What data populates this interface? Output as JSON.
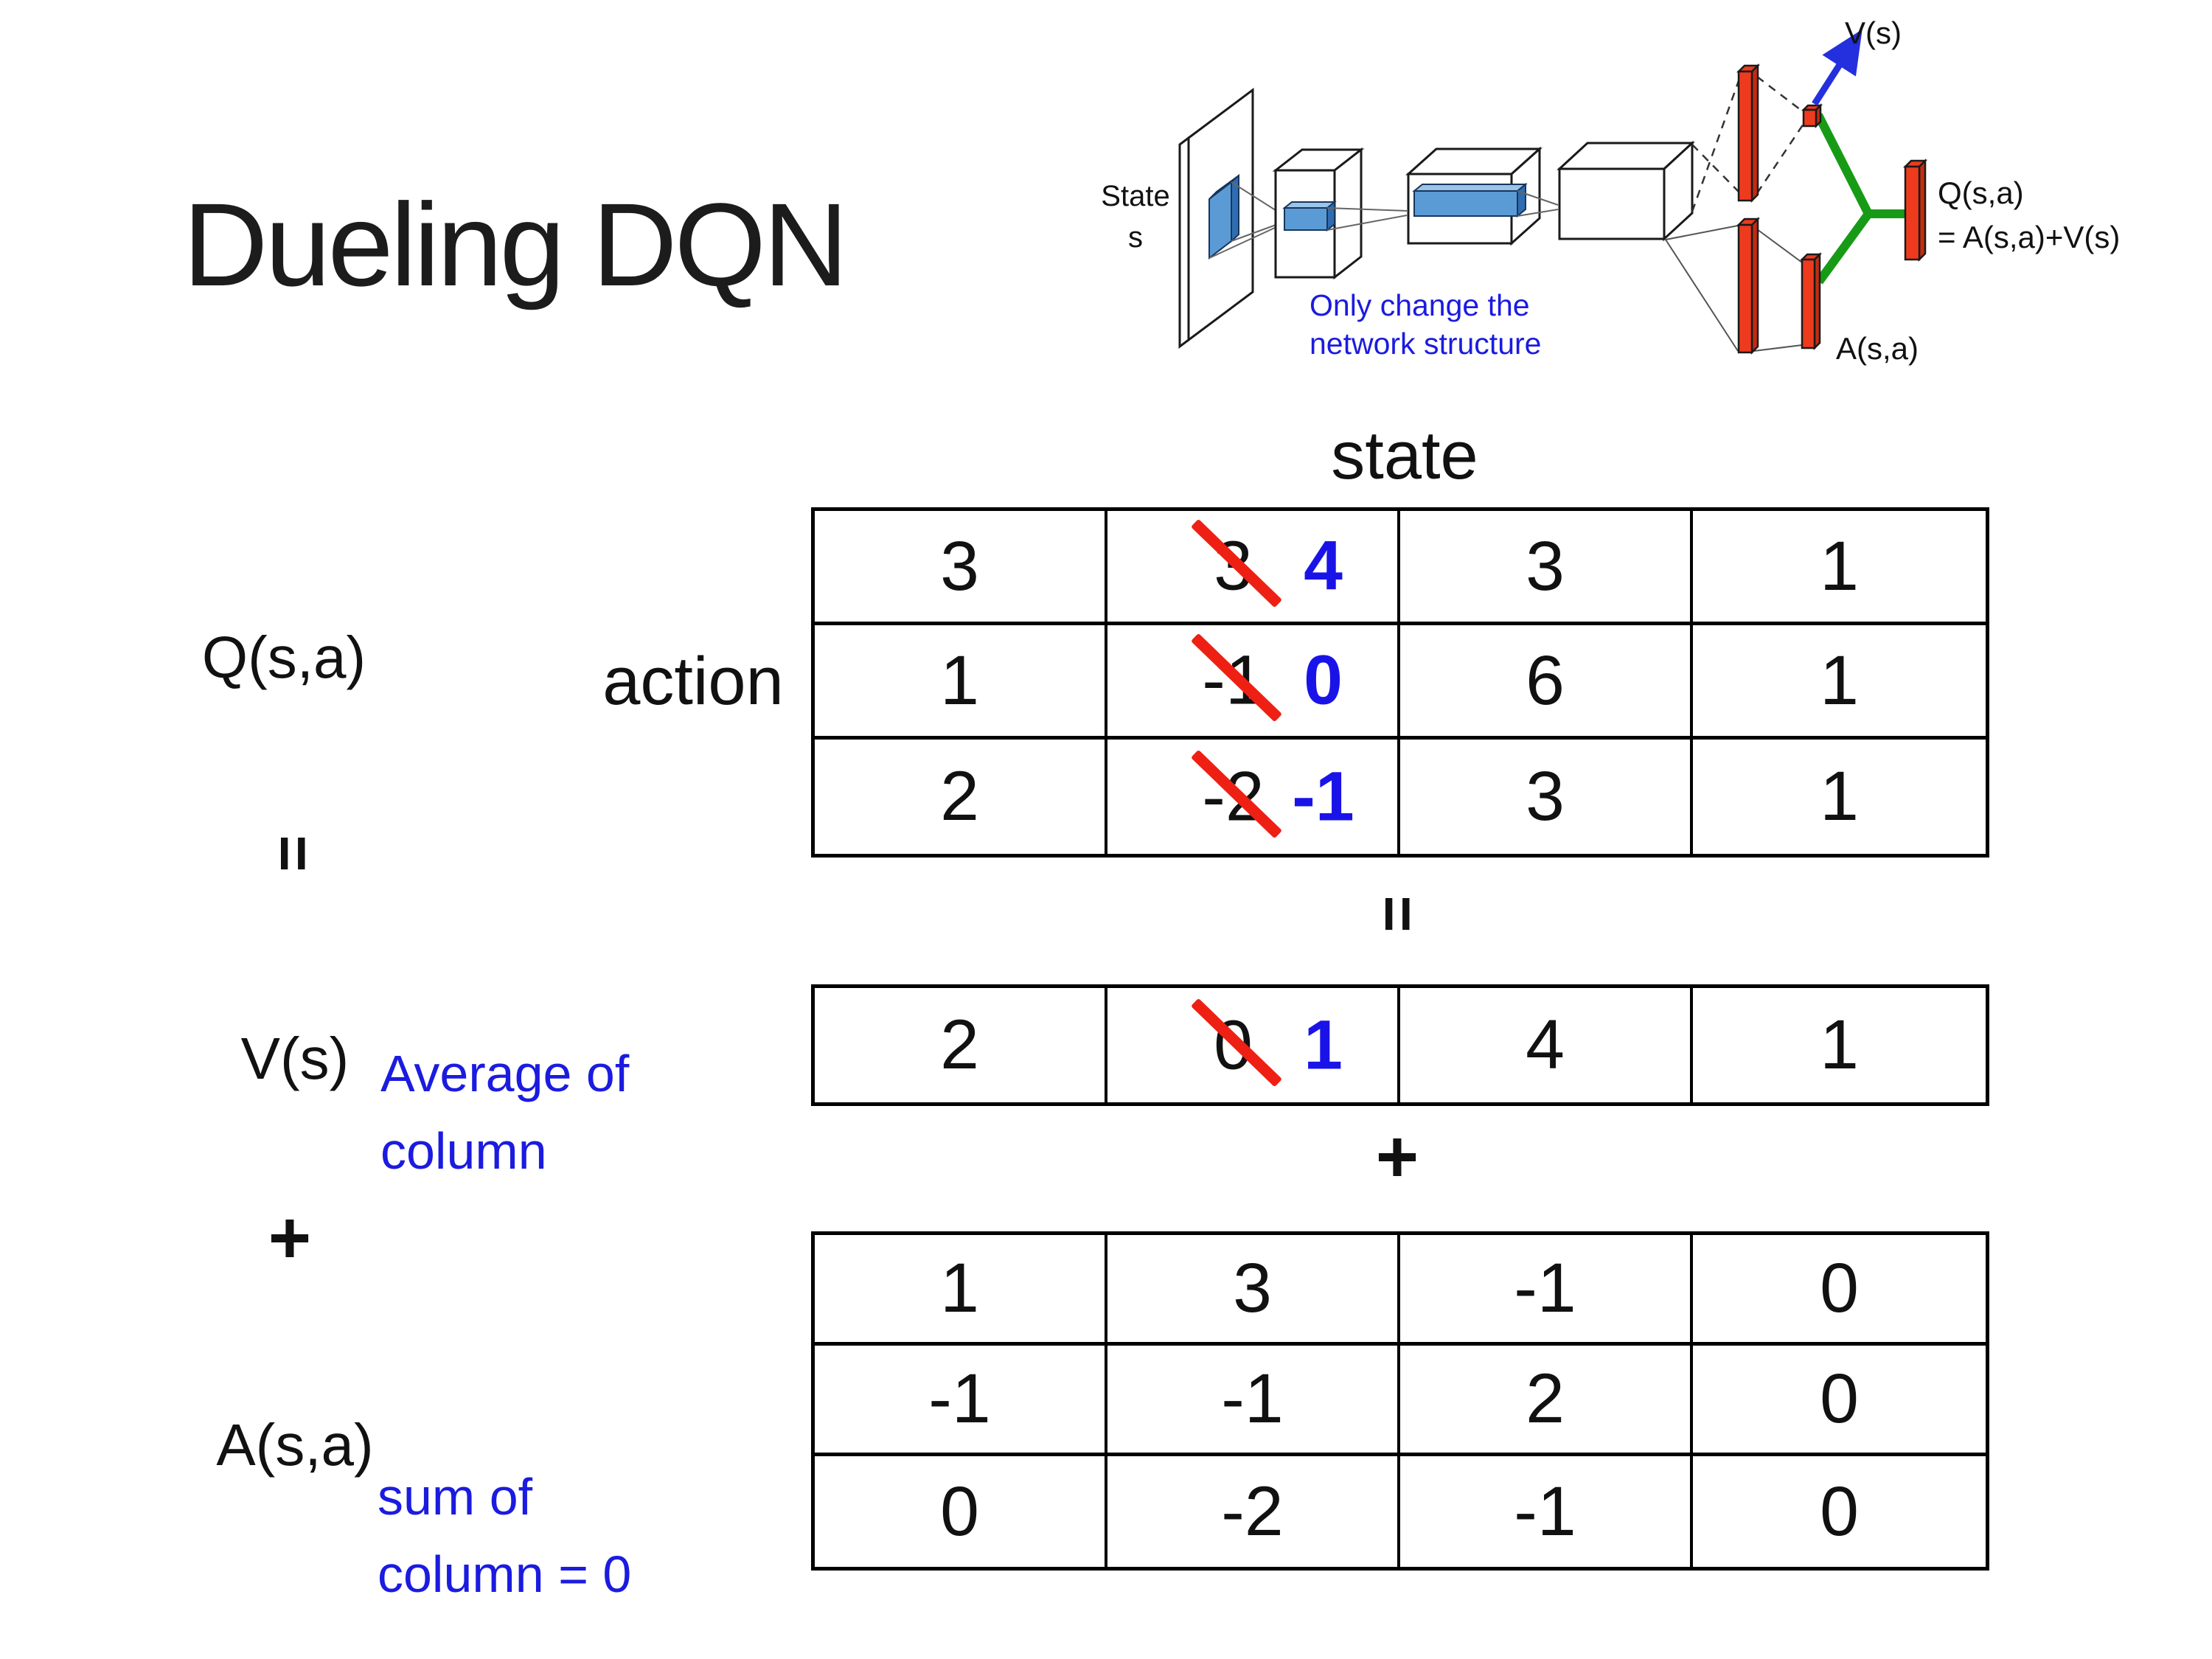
{
  "title": "Dueling DQN",
  "diagram": {
    "state_label": "State\ns",
    "v_out_label": "V(s)",
    "q_out_label": "Q(s,a)\n= A(s,a)+V(s)",
    "a_out_label": "A(s,a)",
    "note": "Only change the\nnetwork structure",
    "colors": {
      "bar_red": "#ee3b1e",
      "link_green": "#179b17",
      "arrow_blue": "#2430dd",
      "filter_blue": "#5b9bd5",
      "note_blue": "#1b1be0",
      "slash_red": "#ee2014",
      "new_value_blue": "#1a13e8"
    }
  },
  "equation": {
    "q": "Q(s,a)",
    "equals": "=",
    "v": "V(s)",
    "plus": "+",
    "a": "A(s,a)",
    "table_equals": "=",
    "table_plus": "+"
  },
  "annotations": {
    "average": "Average of\ncolumn",
    "sum": "sum of\ncolumn = 0"
  },
  "labels": {
    "state": "state",
    "action": "action"
  },
  "tables": {
    "q": [
      [
        {
          "v": "3"
        },
        {
          "old": "3",
          "new": "4"
        },
        {
          "v": "3"
        },
        {
          "v": "1"
        }
      ],
      [
        {
          "v": "1"
        },
        {
          "old": "-1",
          "new": "0"
        },
        {
          "v": "6"
        },
        {
          "v": "1"
        }
      ],
      [
        {
          "v": "2"
        },
        {
          "old": "-2",
          "new": "-1"
        },
        {
          "v": "3"
        },
        {
          "v": "1"
        }
      ]
    ],
    "v": [
      [
        {
          "v": "2"
        },
        {
          "old": "0",
          "new": "1"
        },
        {
          "v": "4"
        },
        {
          "v": "1"
        }
      ]
    ],
    "a": [
      [
        {
          "v": "1"
        },
        {
          "v": "3"
        },
        {
          "v": "-1"
        },
        {
          "v": "0"
        }
      ],
      [
        {
          "v": "-1"
        },
        {
          "v": "-1"
        },
        {
          "v": "2"
        },
        {
          "v": "0"
        }
      ],
      [
        {
          "v": "0"
        },
        {
          "v": "-2"
        },
        {
          "v": "-1"
        },
        {
          "v": "0"
        }
      ]
    ]
  }
}
